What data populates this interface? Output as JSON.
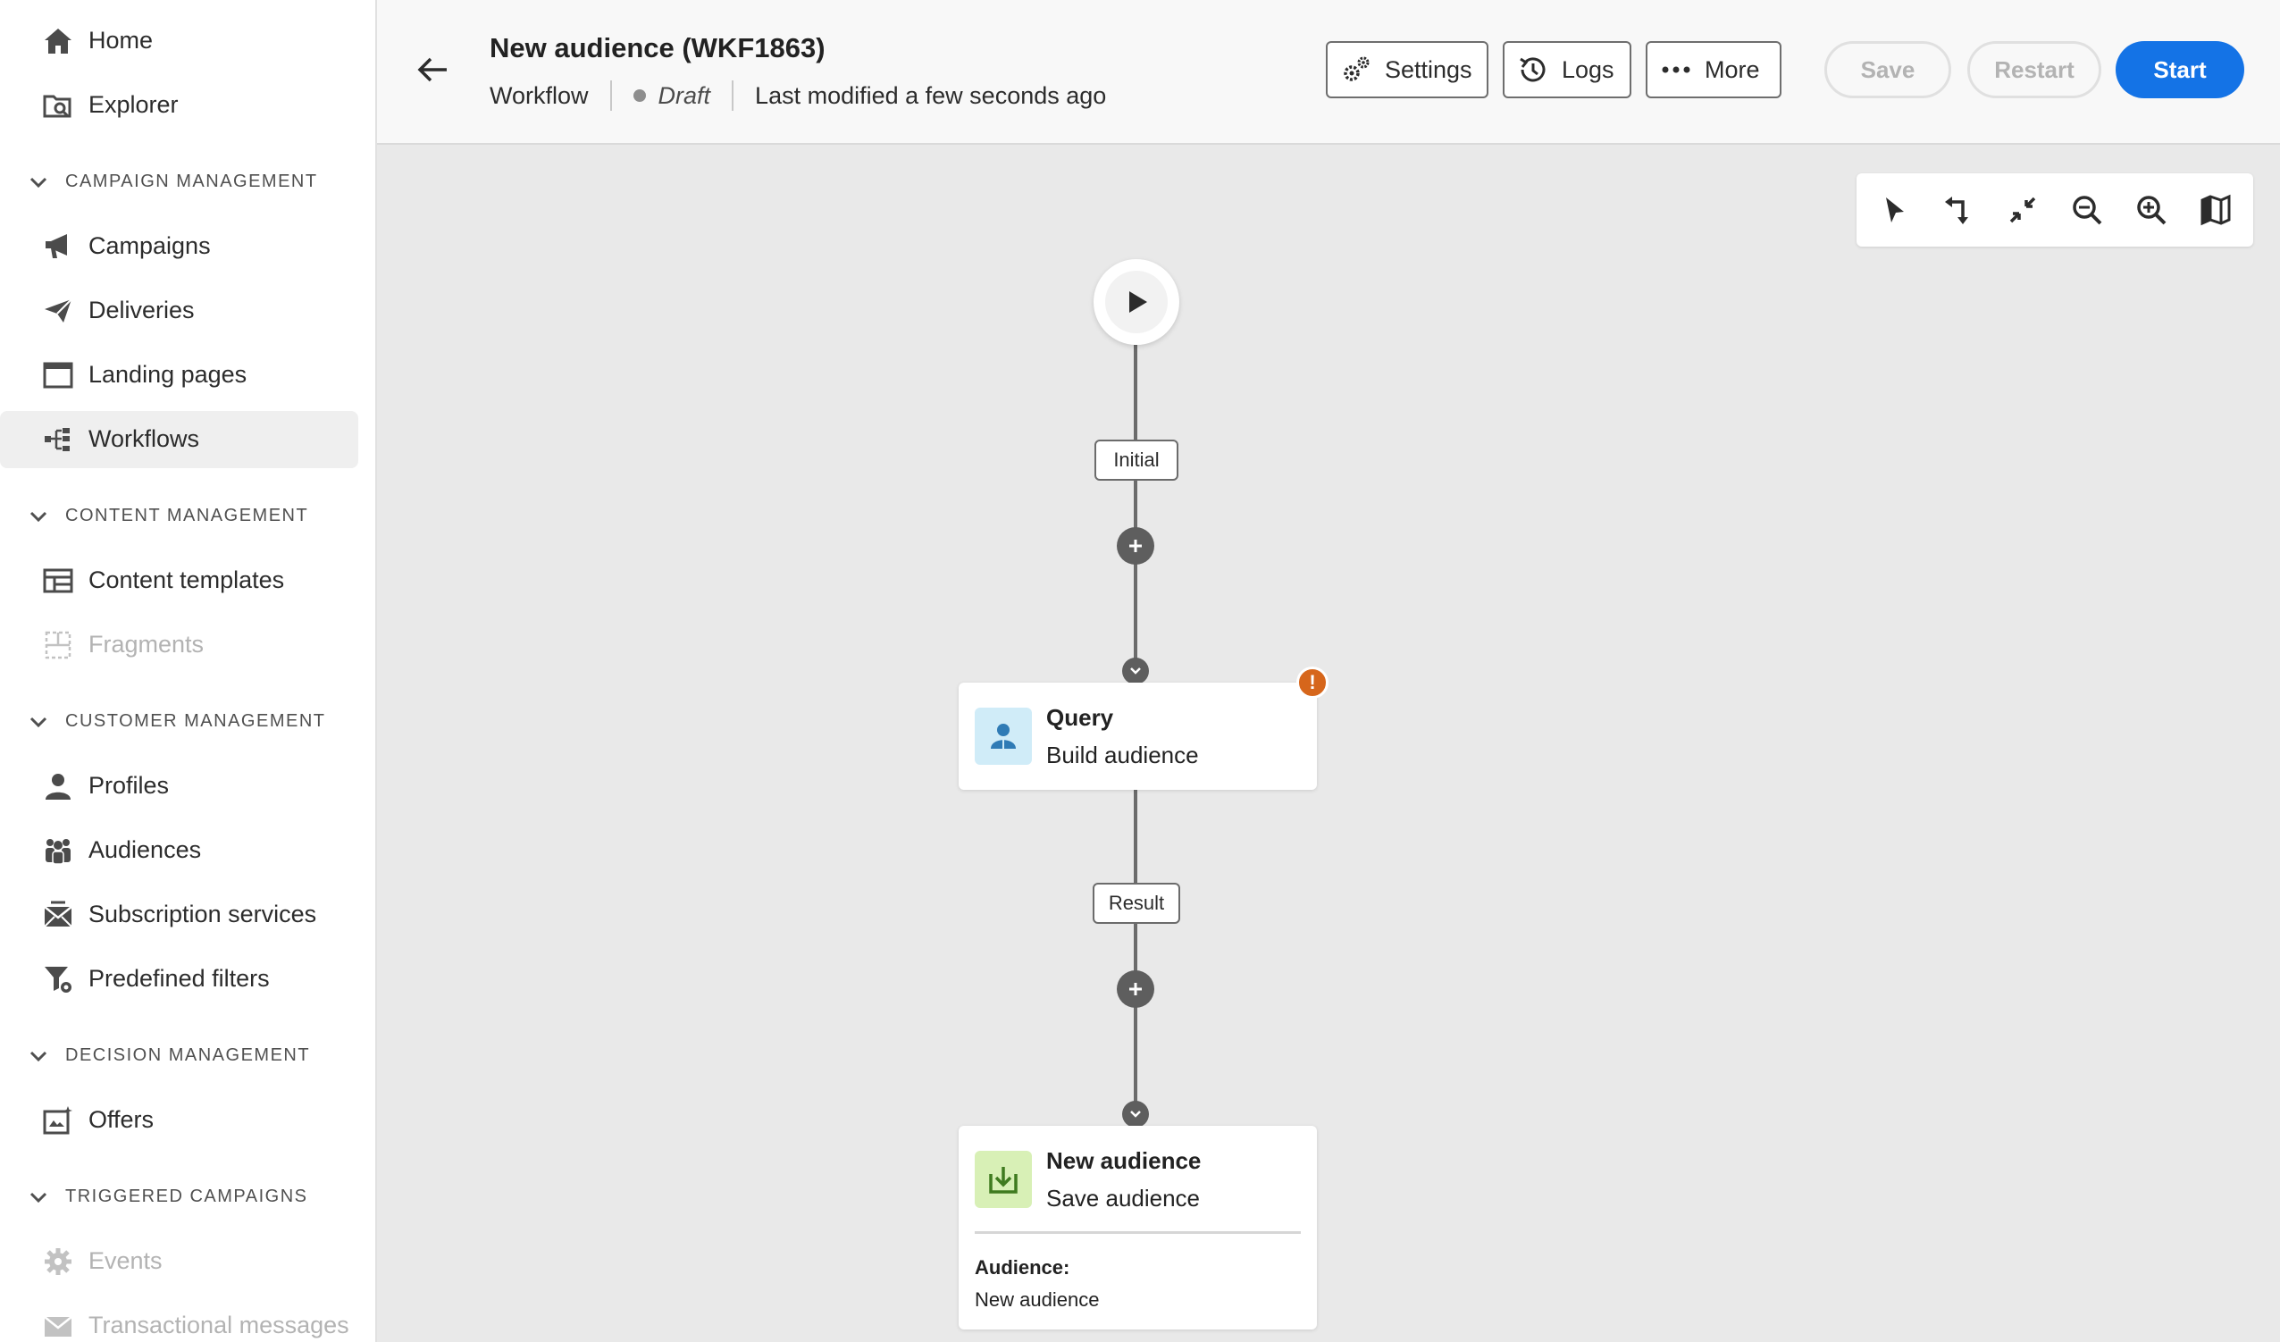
{
  "sidebar": {
    "top_items": [
      {
        "label": "Home",
        "icon": "home-icon"
      },
      {
        "label": "Explorer",
        "icon": "explorer-icon"
      }
    ],
    "sections": [
      {
        "label": "CAMPAIGN MANAGEMENT",
        "items": [
          {
            "label": "Campaigns",
            "icon": "megaphone-icon"
          },
          {
            "label": "Deliveries",
            "icon": "paper-plane-icon"
          },
          {
            "label": "Landing pages",
            "icon": "landing-page-icon"
          },
          {
            "label": "Workflows",
            "icon": "workflow-icon",
            "active": true
          }
        ]
      },
      {
        "label": "CONTENT MANAGEMENT",
        "items": [
          {
            "label": "Content templates",
            "icon": "template-icon"
          },
          {
            "label": "Fragments",
            "icon": "fragment-icon",
            "disabled": true
          }
        ]
      },
      {
        "label": "CUSTOMER MANAGEMENT",
        "items": [
          {
            "label": "Profiles",
            "icon": "user-icon"
          },
          {
            "label": "Audiences",
            "icon": "audience-icon"
          },
          {
            "label": "Subscription services",
            "icon": "subscription-icon"
          },
          {
            "label": "Predefined filters",
            "icon": "filter-icon"
          }
        ]
      },
      {
        "label": "DECISION MANAGEMENT",
        "items": [
          {
            "label": "Offers",
            "icon": "offer-icon"
          }
        ]
      },
      {
        "label": "TRIGGERED CAMPAIGNS",
        "items": [
          {
            "label": "Events",
            "icon": "gear-icon",
            "disabled": true
          },
          {
            "label": "Transactional messages",
            "icon": "envelope-icon",
            "disabled": true
          }
        ]
      }
    ]
  },
  "header": {
    "title": "New audience (WKF1863)",
    "type": "Workflow",
    "status": "Draft",
    "modified": "Last modified a few seconds ago",
    "buttons": {
      "settings": "Settings",
      "logs": "Logs",
      "more": "More",
      "save": "Save",
      "restart": "Restart",
      "start": "Start"
    }
  },
  "canvas": {
    "edge_labels": {
      "initial": "Initial",
      "result": "Result"
    },
    "query_card": {
      "title": "Query",
      "subtitle": "Build audience",
      "warning": "!"
    },
    "save_card": {
      "title": "New audience",
      "subtitle": "Save audience",
      "detail_label": "Audience:",
      "detail_value": "New audience"
    }
  },
  "colors": {
    "primary": "#1473e6",
    "warning": "#d6661b",
    "query_icon_bg": "#d0ecf8",
    "query_icon": "#2f7bb5",
    "save_icon_bg": "#d8f0b6",
    "save_icon": "#3f7b1f"
  }
}
